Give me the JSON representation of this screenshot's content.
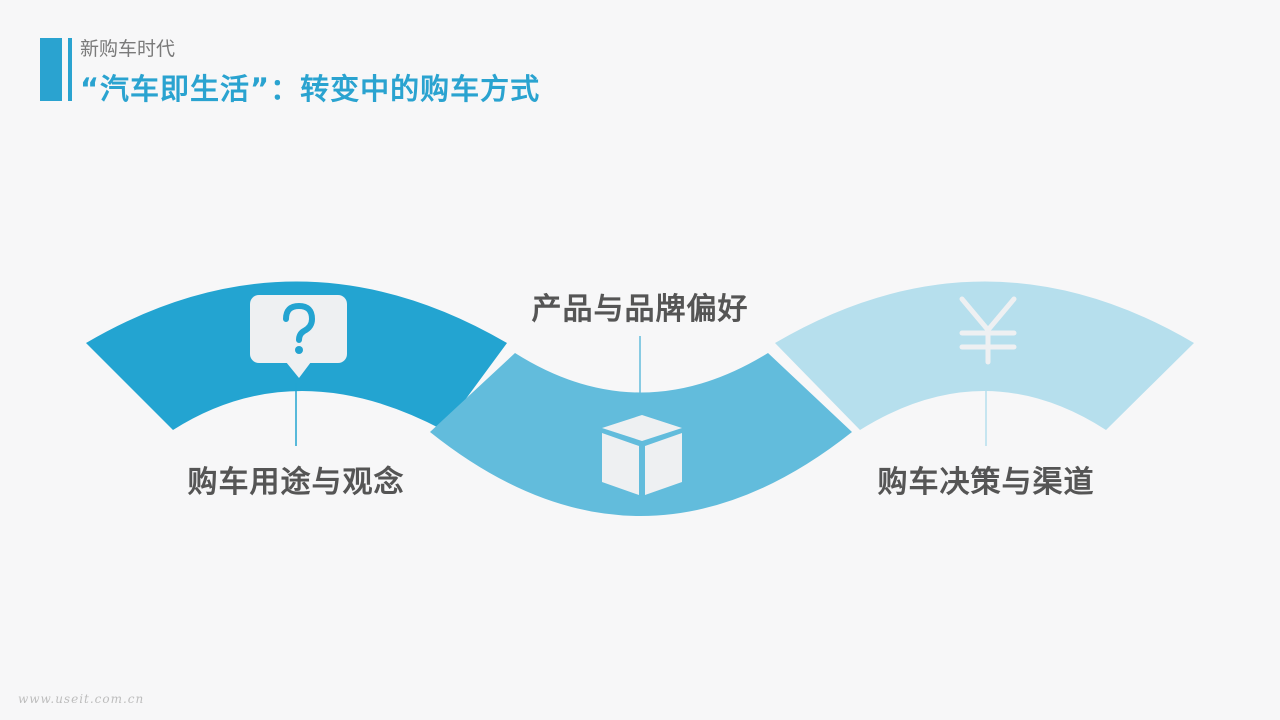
{
  "header": {
    "subtitle": "新购车时代",
    "title": "“汽车即生活”：转变中的购车方式"
  },
  "segments": [
    {
      "label": "购车用途与观念",
      "icon": "question-speech-bubble-icon",
      "color": "#23a4d1"
    },
    {
      "label": "产品与品牌偏好",
      "icon": "box-cube-icon",
      "color": "#62bcdc"
    },
    {
      "label": "购车决策与渠道",
      "icon": "yen-icon",
      "color": "#b6dfed"
    }
  ],
  "footer": {
    "watermark": "www.useit.com.cn"
  }
}
